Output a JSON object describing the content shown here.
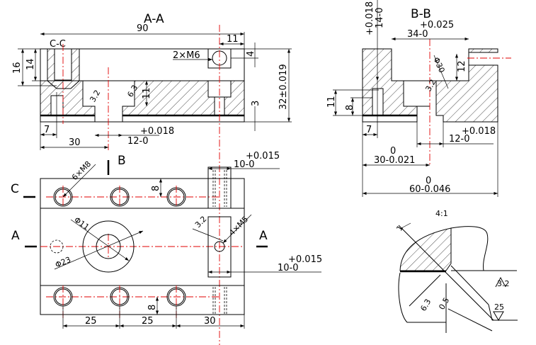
{
  "views": {
    "section_aa": {
      "title": "A-A",
      "sub_title": "C-C",
      "dims": {
        "overall_length": "90",
        "hole_offset": "11",
        "thread_note": "2×M6",
        "hole_depth": "4",
        "height": "32±0.019",
        "total_depth": "16",
        "thread_depth": "14",
        "slot_depth": "11",
        "base_step": "3",
        "pin_offset": "7",
        "center_offset": "30",
        "slot_width_tol": "+0.018",
        "slot_width": "12-0",
        "roughness_a": "3.2",
        "roughness_b": "6.3"
      }
    },
    "section_bb": {
      "title": "B-B",
      "dims": {
        "top_tol": "+0.018",
        "top_value": "14-0",
        "slot_tol": "+0.025",
        "slot_width": "34-0",
        "diameter": "Φ30",
        "step_height": "12",
        "left_height": "11",
        "pin_depth": "8",
        "pin_offset": "7",
        "roughness": "3.2",
        "bottom_tol": "+0.018",
        "bottom_slot": "12-0",
        "half_tol": "0",
        "half_width": "30-0.021",
        "width_tol": "0",
        "width": "60-0.046"
      }
    },
    "plan_view": {
      "section_label_b": "B",
      "section_label_c": "C",
      "section_label_a_left": "A",
      "section_label_a_right": "A",
      "dims": {
        "bolt_note": "6×M8",
        "edge_top": "8",
        "edge_bottom": "8",
        "inner_dia": "Φ11",
        "outer_dia": "Φ23",
        "screw_note": "4×M5",
        "roughness": "3.2",
        "key_top_tol": "+0.015",
        "key_top": "10-0",
        "key_mid_tol": "+0.015",
        "key_mid": "10-0",
        "pitch_1": "25",
        "pitch_2": "25",
        "end_offset": "30"
      }
    },
    "detail_view": {
      "scale": "4:1",
      "chamfer": "1",
      "gap": "0.5",
      "roughness_a": "3.2",
      "roughness_b": "25",
      "roughness_c": "6.3"
    }
  },
  "colors": {
    "line": "#000000",
    "centerline": "#e00000",
    "background": "#ffffff"
  }
}
